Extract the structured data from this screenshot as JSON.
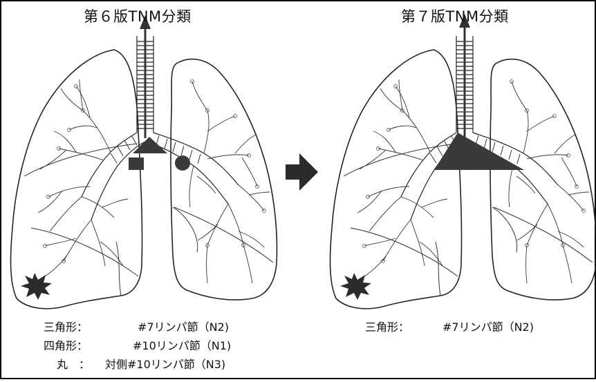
{
  "left_panel": {
    "title": "第６版TNM分類",
    "legend": [
      {
        "shape": "三角形：",
        "label": "#7リンパ節（N2)"
      },
      {
        "shape": "四角形：",
        "label": "#10リンパ節（N1)"
      },
      {
        "shape": "丸　：",
        "label": "対側#10リンパ節（N3)"
      }
    ]
  },
  "right_panel": {
    "title": "第７版TNM分類",
    "legend": [
      {
        "shape": "三角形：",
        "label": "#7リンパ節（N2)"
      }
    ]
  },
  "colors": {
    "marker": "#3a3a3a",
    "line": "#222222",
    "border": "#000000"
  },
  "icons": {
    "arrow_up": "arrow-up-icon",
    "arrow_right": "arrow-right-icon",
    "tumor": "tumor-burst-icon"
  }
}
